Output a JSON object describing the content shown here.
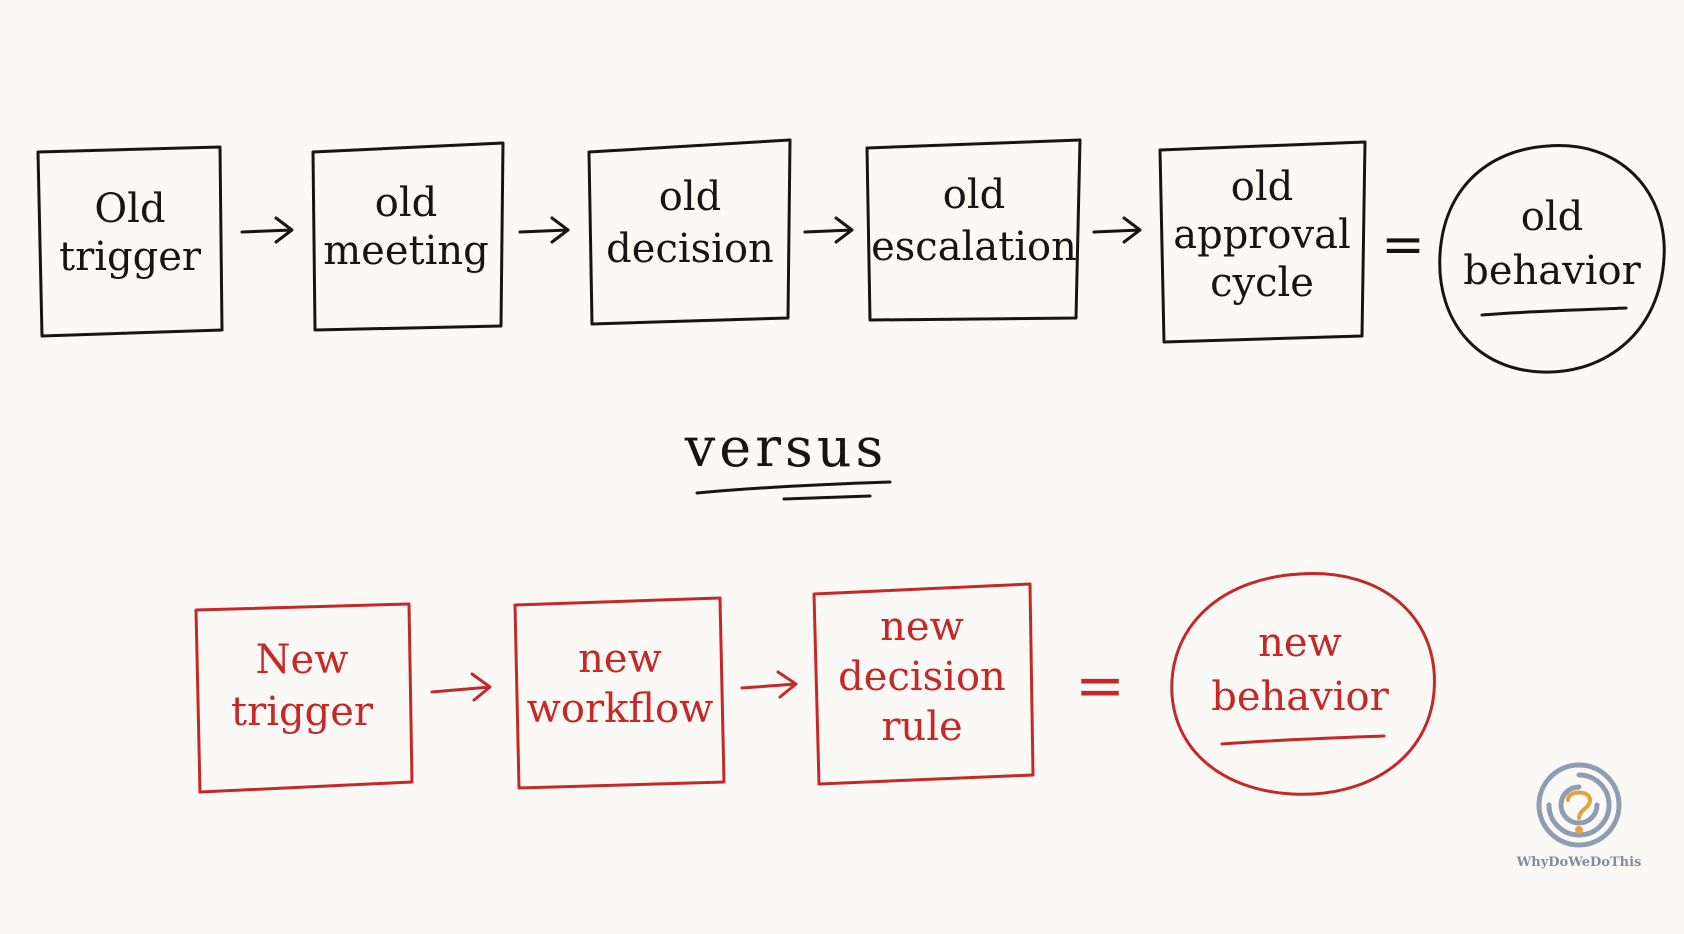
{
  "colors": {
    "old_ink": "#151515",
    "new_ink": "#c62828",
    "background": "#faf9f6",
    "logo": "#8d9db2",
    "logo_accent": "#e3a23a"
  },
  "old_flow": {
    "steps": [
      {
        "line1": "Old",
        "line2": "trigger"
      },
      {
        "line1": "old",
        "line2": "meeting"
      },
      {
        "line1": "old",
        "line2": "decision"
      },
      {
        "line1": "old",
        "line2": "escalation"
      },
      {
        "line1": "old",
        "line2": "approval",
        "line3": "cycle"
      }
    ],
    "equals": "=",
    "result": {
      "line1": "old",
      "line2": "behavior"
    }
  },
  "versus_label": "versus",
  "new_flow": {
    "steps": [
      {
        "line1": "New",
        "line2": "trigger"
      },
      {
        "line1": "new",
        "line2": "workflow"
      },
      {
        "line1": "new",
        "line2": "decision",
        "line3": "rule"
      }
    ],
    "equals": "=",
    "result": {
      "line1": "new",
      "line2": "behavior"
    }
  },
  "logo": {
    "text": "WhyDoWeDoThis",
    "icon": "maze-question-icon"
  }
}
